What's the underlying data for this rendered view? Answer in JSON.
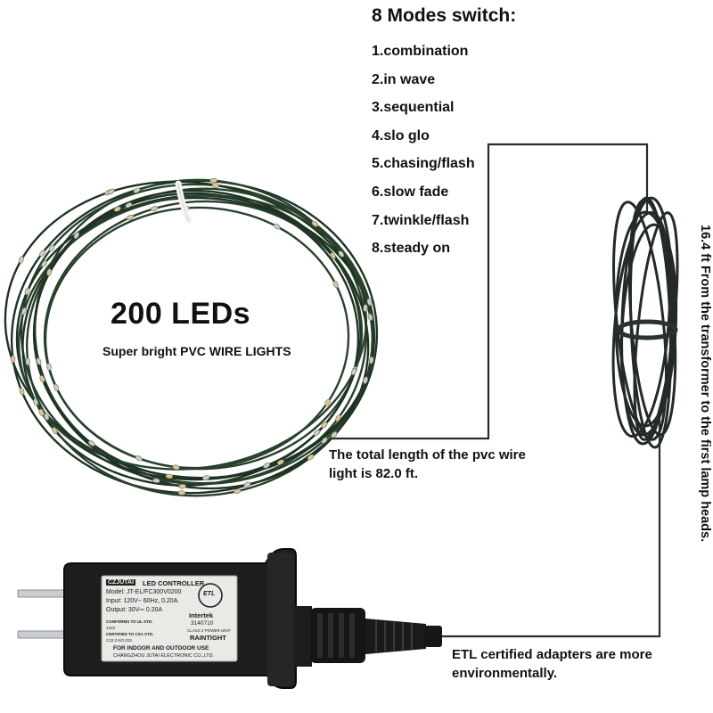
{
  "modes": {
    "title": "8 Modes switch:",
    "items": [
      "1.combination",
      "2.in wave",
      "3.sequential",
      "4.slo glo",
      "5.chasing/flash",
      "6.slow fade",
      "7.twinkle/flash",
      "8.steady on"
    ]
  },
  "leds": {
    "title": "200 LEDs",
    "subtitle": "Super bright PVC WIRE LIGHTS"
  },
  "captions": {
    "length": "The total length of the pvc wire light is 82.0 ft.",
    "etl": "ETL certified adapters are more environmentally.",
    "side": "16.4 ft  From the transformer to the first lamp heads."
  },
  "adapter_label": {
    "brand": "CZJUTAI",
    "heading": "LED CONTROLLER",
    "model": "Model: JT-EL/FC300V0200",
    "input": "Input: 120V~ 60Hz, 0.20A",
    "output": "Output: 30V⎓ 0.20A",
    "conforms": "CONFORMS TO UL STD.",
    "ul_std": "1310",
    "certified": "CERTIFIED TO CSA STD.",
    "csa_std": "C22.2 NO.223",
    "etl_mark": "ETL",
    "intertek": "Intertek",
    "etl_number": "3140710",
    "class2": "CLASS 2 POWER UNIT",
    "raintight": "RAINTIGHT",
    "usage": "FOR INDOOR AND OUTDOOR USE",
    "maker": "CHANGZHOU JUTAI ELECTRONIC CO.,LTD."
  },
  "colors": {
    "wire": "#1f3323",
    "cable": "#232a27",
    "adapter_body": "#1e1e1e",
    "label_bg": "#e9e9e6",
    "text": "#111111"
  }
}
